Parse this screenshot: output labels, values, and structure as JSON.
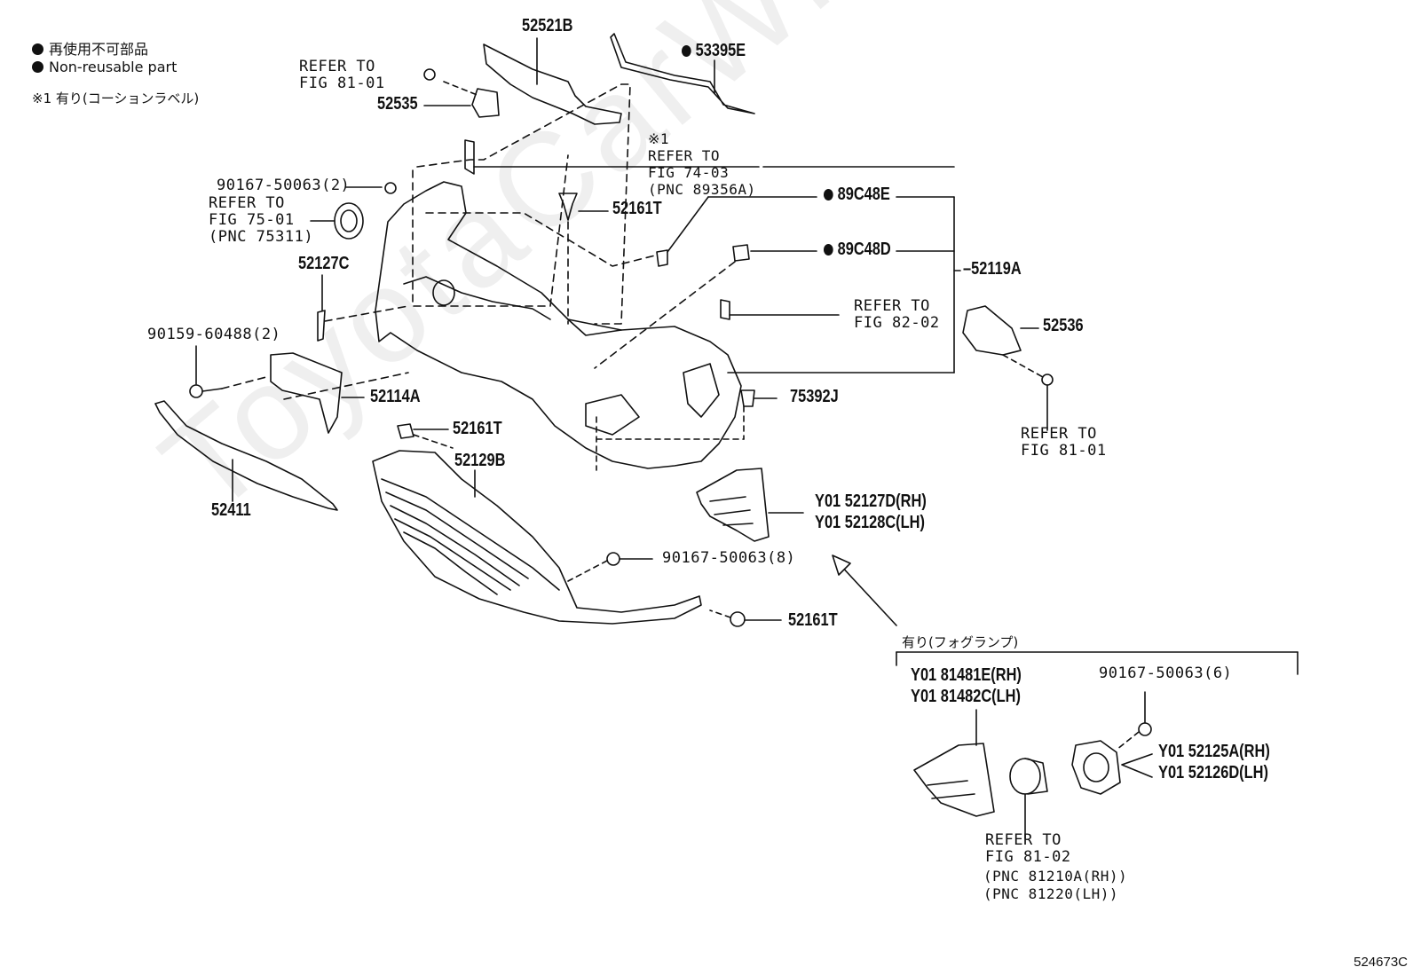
{
  "legend": {
    "jp_non_reusable": "再使用不可部品",
    "non_reusable": "Non-reusable part",
    "note1": "※1 有り(コーションラベル)"
  },
  "watermark": "ToyotaCarWire.ru",
  "figure_id": "524673C",
  "labels": {
    "p52521B": "52521B",
    "p53395E": "53395E",
    "refer_81_01_top": "REFER TO\nFIG 81-01",
    "p52535": "52535",
    "refer_74_03": "※1\nREFER TO\nFIG 74-03\n(PNC 89356A)",
    "p90167_2": "90167-50063(2)",
    "refer_75_01": "REFER TO\nFIG 75-01\n(PNC 75311)",
    "p52161T_top": "52161T",
    "p89C48E": "89C48E",
    "p89C48D": "89C48D",
    "p52119A": "52119A",
    "p52127C": "52127C",
    "refer_82_02": "REFER TO\nFIG 82-02",
    "p52536": "52536",
    "p90159": "90159-60488(2)",
    "p52114A": "52114A",
    "p75392J": "75392J",
    "p52161T_mid": "52161T",
    "refer_81_01_right": "REFER TO\nFIG 81-01",
    "p52129B": "52129B",
    "p52411": "52411",
    "p52127D": "Y01 52127D(RH)",
    "p52128C": "Y01 52128C(LH)",
    "p90167_8": "90167-50063(8)",
    "p52161T_bot": "52161T",
    "foglamp_note": "有り(フォグランプ)",
    "p81481E": "Y01 81481E(RH)",
    "p81482C": "Y01 81482C(LH)",
    "p90167_6": "90167-50063(6)",
    "p52125A": "Y01 52125A(RH)",
    "p52126D": "Y01 52126D(LH)",
    "refer_81_02": "REFER TO\nFIG 81-02",
    "pnc_81210A": "(PNC 81210A(RH))",
    "pnc_81220": "(PNC 81220(LH))"
  }
}
